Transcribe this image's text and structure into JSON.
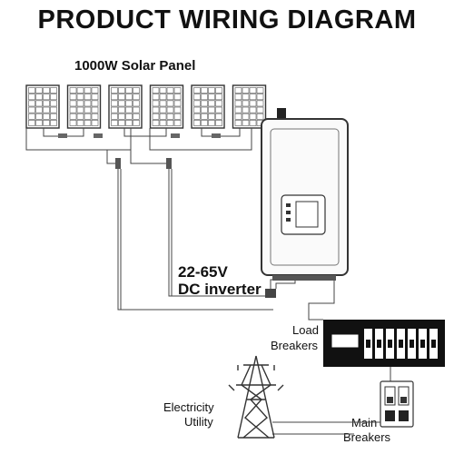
{
  "title": "PRODUCT WIRING DIAGRAM",
  "solar_panel_label": "1000W Solar Panel",
  "inverter_voltage_label": "22-65V",
  "inverter_type_label": "DC inverter",
  "load_breakers_label_line1": "Load",
  "load_breakers_label_line2": "Breakers",
  "utility_label_line1": "Electricity",
  "utility_label_line2": "Utility",
  "main_breakers_label_line1": "Main",
  "main_breakers_label_line2": "Breakers",
  "panel_count": 6
}
